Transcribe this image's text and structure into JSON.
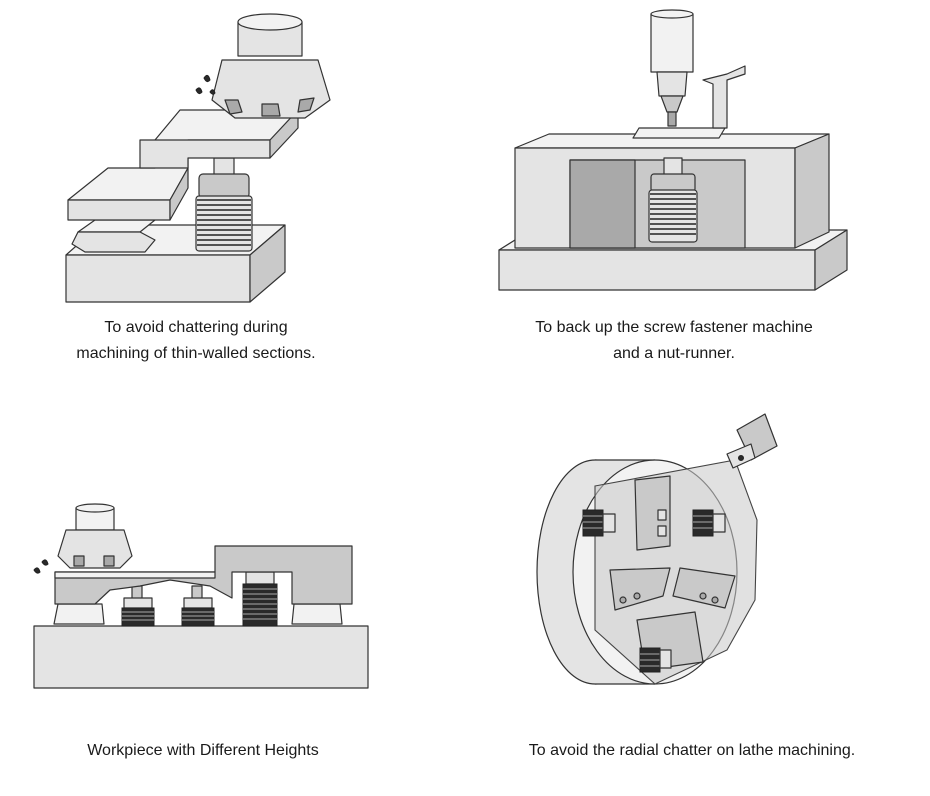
{
  "panels": [
    {
      "id": "thin-walled",
      "caption_lines": [
        "To avoid chattering during",
        "machining of thin-walled sections."
      ]
    },
    {
      "id": "screw-fastener",
      "caption_lines": [
        "To back up the screw fastener machine",
        "and a nut-runner."
      ]
    },
    {
      "id": "different-heights",
      "caption_lines": [
        "Workpiece with Different Heights"
      ]
    },
    {
      "id": "lathe",
      "caption_lines": [
        "To avoid the radial chatter on lathe machining."
      ]
    }
  ]
}
